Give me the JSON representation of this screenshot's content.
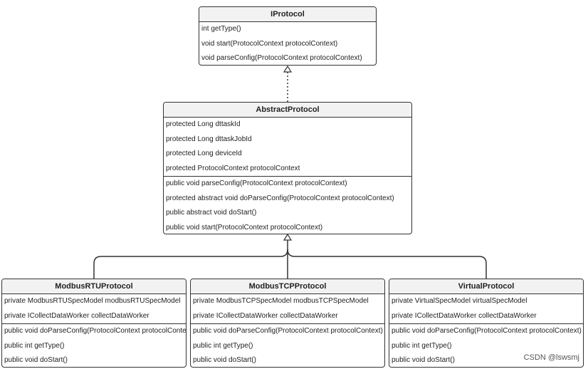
{
  "iprotocol": {
    "title": "IProtocol",
    "methods": [
      "int getType()",
      "void start(ProtocolContext protocolContext)",
      "void parseConfig(ProtocolContext protocolContext)"
    ]
  },
  "abstract": {
    "title": "AbstractProtocol",
    "fields": [
      "protected Long dttaskId",
      "protected Long dttaskJobId",
      "protected Long deviceId",
      "protected ProtocolContext protocolContext"
    ],
    "methods": [
      "public void parseConfig(ProtocolContext protocolContext)",
      "protected abstract void doParseConfig(ProtocolContext protocolContext)",
      "public abstract void doStart()",
      "public void start(ProtocolContext protocolContext)"
    ]
  },
  "rtu": {
    "title": "ModbusRTUProtocol",
    "fields": [
      "private ModbusRTUSpecModel modbusRTUSpecModel",
      "private ICollectDataWorker collectDataWorker"
    ],
    "methods": [
      "public void doParseConfig(ProtocolContext protocolContext)",
      "public int getType()",
      "public void doStart()"
    ]
  },
  "tcp": {
    "title": "ModbusTCPProtocol",
    "fields": [
      "private ModbusTCPSpecModel modbusTCPSpecModel",
      "private ICollectDataWorker collectDataWorker"
    ],
    "methods": [
      "public void doParseConfig(ProtocolContext protocolContext)",
      "public int getType()",
      "public void doStart()"
    ]
  },
  "virtual": {
    "title": "VirtualProtocol",
    "fields": [
      "private VirtualSpecModel virtualSpecModel",
      "private ICollectDataWorker collectDataWorker"
    ],
    "methods": [
      "public void doParseConfig(ProtocolContext protocolContext)",
      "public int getType()",
      "public void doStart()"
    ]
  },
  "watermark": "CSDN @lswsmj"
}
